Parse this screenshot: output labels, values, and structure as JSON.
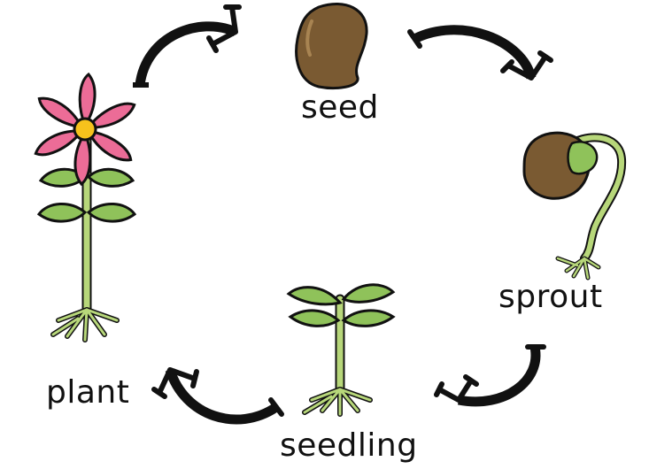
{
  "stages": [
    {
      "id": "seed",
      "label": "seed"
    },
    {
      "id": "sprout",
      "label": "sprout"
    },
    {
      "id": "seedling",
      "label": "seedling"
    },
    {
      "id": "plant",
      "label": "plant"
    }
  ],
  "colors": {
    "outline": "#111111",
    "seed": "#7a5a32",
    "seed_highlight": "#a88452",
    "stem": "#b7d77a",
    "leaf": "#8fc25a",
    "petal": "#ec6c97",
    "flower_center": "#f6c21c",
    "arrow": "#111111"
  }
}
